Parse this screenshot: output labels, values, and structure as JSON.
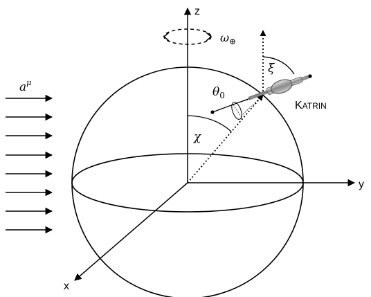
{
  "labels": {
    "z_axis": "z",
    "y_axis": "y",
    "x_axis": "x",
    "field": "aμ",
    "field_base": "a",
    "field_sup": "μ",
    "earth_rotation": "ω⊕",
    "earth_rotation_base": "ω",
    "earth_rotation_sub": "⊕",
    "polar_angle": "χ",
    "beam_cone_angle": "θ0",
    "beam_cone_base": "θ",
    "beam_cone_sub": "0",
    "tilt_angle": "ξ",
    "experiment": "KATRIN",
    "experiment_first": "K",
    "experiment_rest": "ATRIN"
  },
  "field_arrow_count": 8,
  "icons": [
    "rotation-arrow-icon",
    "katrin-beamline-icon",
    "neutrino-cone-icon"
  ]
}
